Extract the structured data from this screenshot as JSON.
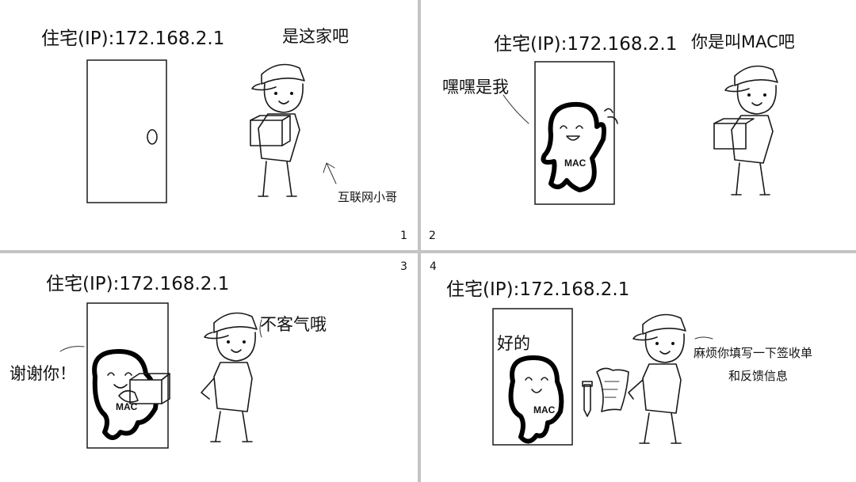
{
  "panels": [
    {
      "number": "1",
      "address": "住宅(IP):172.168.2.1",
      "speech": "是这家吧",
      "caption": "互联网小哥"
    },
    {
      "number": "2",
      "address": "住宅(IP):172.168.2.1",
      "speech_courier": "你是叫MAC吧",
      "speech_mac": "嘿嘿是我",
      "mac_label": "MAC"
    },
    {
      "number": "3",
      "address": "住宅(IP):172.168.2.1",
      "speech_courier": "不客气哦",
      "speech_mac": "谢谢你！",
      "mac_label": "MAC"
    },
    {
      "number": "4",
      "address": "住宅(IP):172.168.2.1",
      "speech_mac": "好的",
      "speech_courier_line1": "麻烦你填写一下签收单",
      "speech_courier_line2": "和反馈信息",
      "mac_label": "MAC"
    }
  ]
}
